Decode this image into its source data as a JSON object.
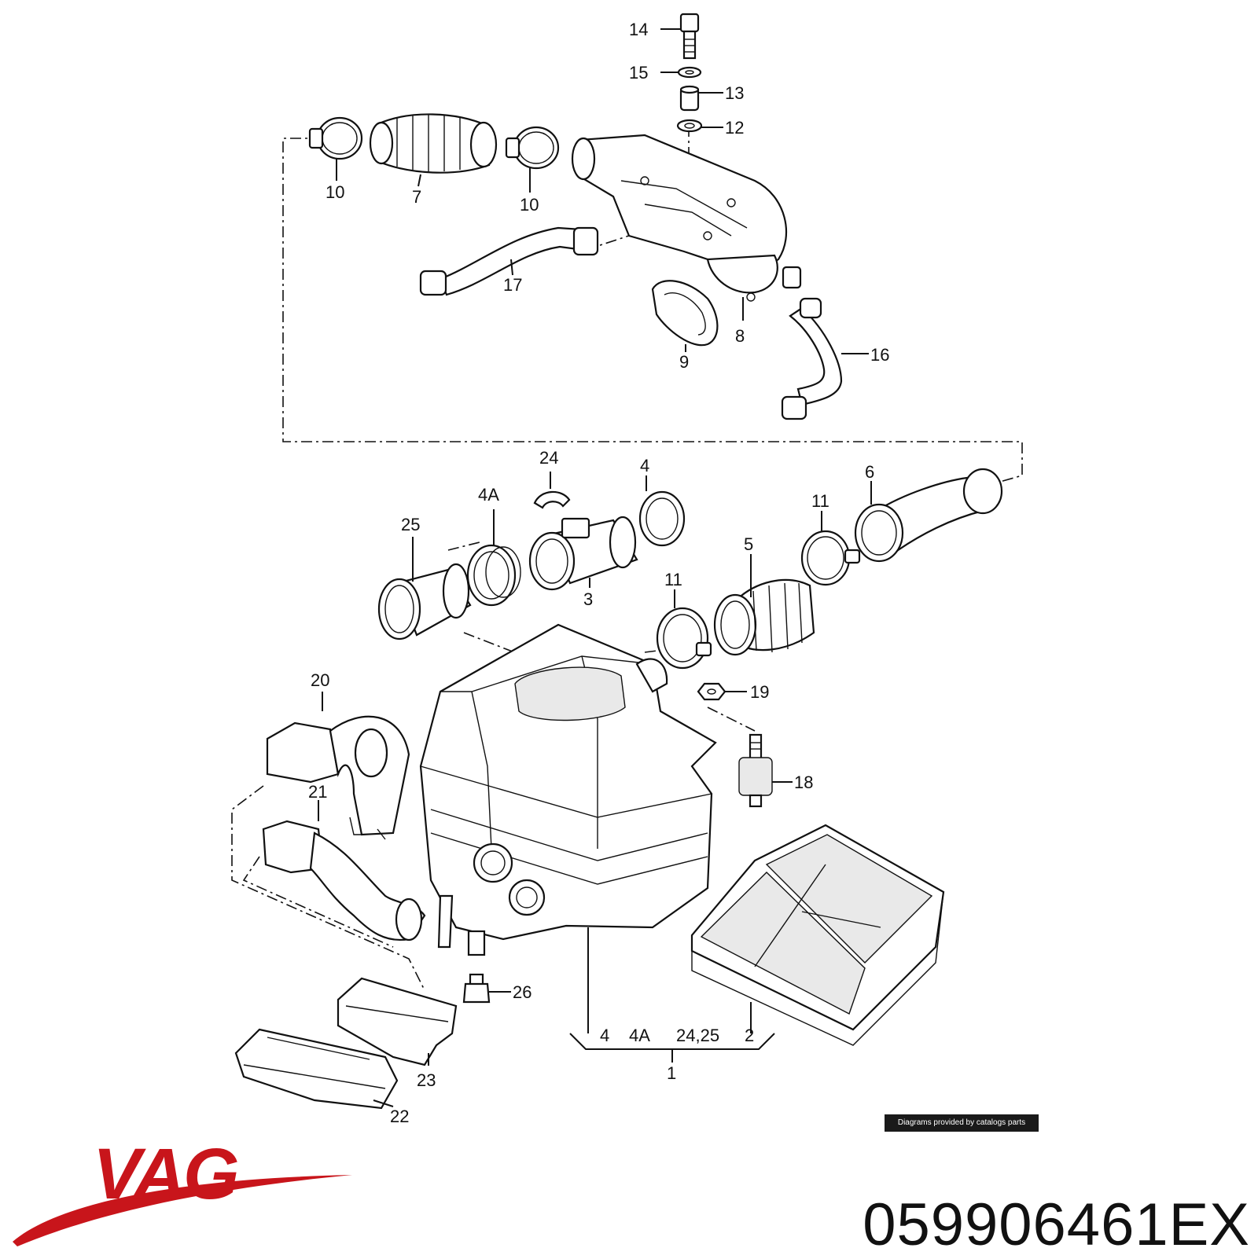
{
  "labels": {
    "l14": "14",
    "l15": "15",
    "l13": "13",
    "l12": "12",
    "l10a": "10",
    "l7": "7",
    "l10b": "10",
    "l17": "17",
    "l8": "8",
    "l9": "9",
    "l16": "16",
    "l24": "24",
    "l4a": "4A",
    "l4": "4",
    "l25": "25",
    "l3": "3",
    "l11a": "11",
    "l6": "6",
    "l5": "5",
    "l11b": "11",
    "l19": "19",
    "l20": "20",
    "l18": "18",
    "l21": "21",
    "l26": "26",
    "l23": "23",
    "l22": "22",
    "k4": "4",
    "k4a": "4A",
    "k2425": "24,25",
    "k2": "2",
    "k1": "1"
  },
  "credit": "Diagrams provided by catalogs parts",
  "brand": {
    "name": "VAG",
    "color": "#c8151b"
  },
  "part_number": "059906461EX"
}
